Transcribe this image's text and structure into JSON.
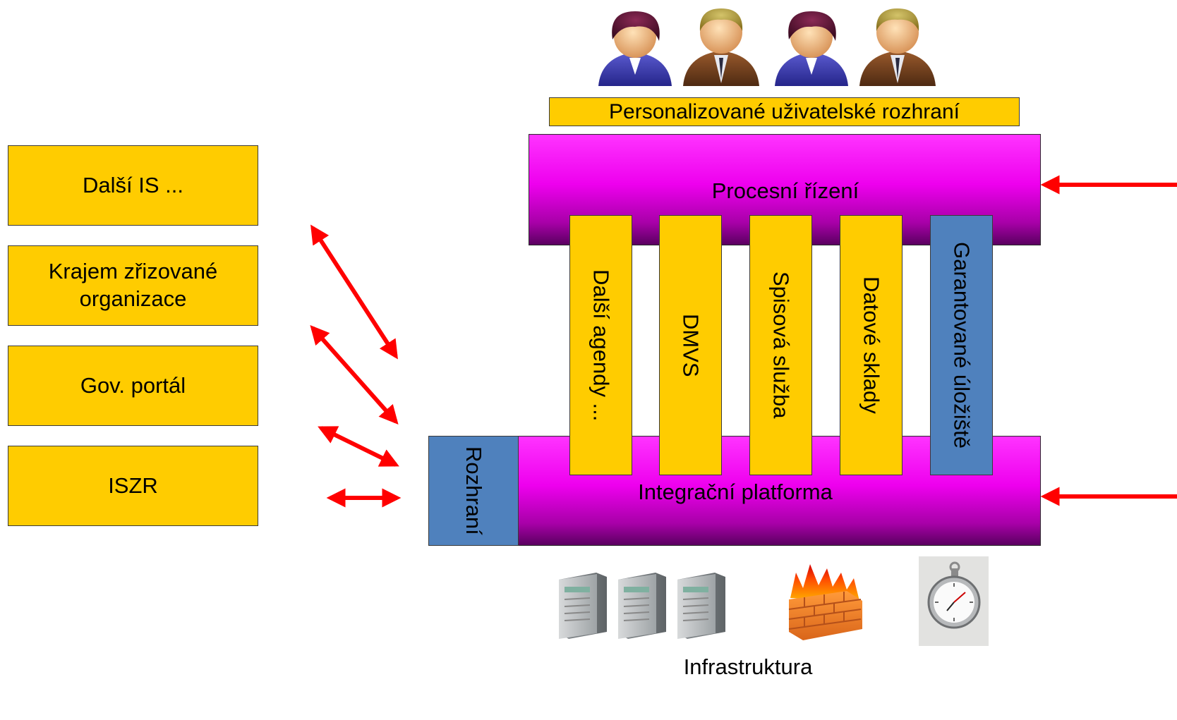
{
  "colors": {
    "box_yellow": "#ffcc00",
    "bar_magenta": "#ee00ee",
    "interface_blue": "#4f81bd",
    "arrow_red": "#ff0000"
  },
  "left_systems": [
    {
      "label": "Další IS ..."
    },
    {
      "label": "Krajem zřizované organizace"
    },
    {
      "label": "Gov. portál"
    },
    {
      "label": "ISZR"
    }
  ],
  "user_interface": {
    "label": "Personalizované uživatelské rozhraní"
  },
  "process_control": {
    "label": "Procesní řízení"
  },
  "integration_platform": {
    "label": "Integrační platforma"
  },
  "interface": {
    "label": "Rozhraní"
  },
  "modules": [
    {
      "label": "Další agendy ..."
    },
    {
      "label": "DMVS"
    },
    {
      "label": "Spisová služba"
    },
    {
      "label": "Datové sklady"
    },
    {
      "label": "Garantované úložiště"
    }
  ],
  "infrastructure": {
    "label": "Infrastruktura"
  },
  "icons": {
    "users": "user-group-icon",
    "servers": "server-icon",
    "firewall": "firewall-icon",
    "stopwatch": "stopwatch-icon"
  }
}
